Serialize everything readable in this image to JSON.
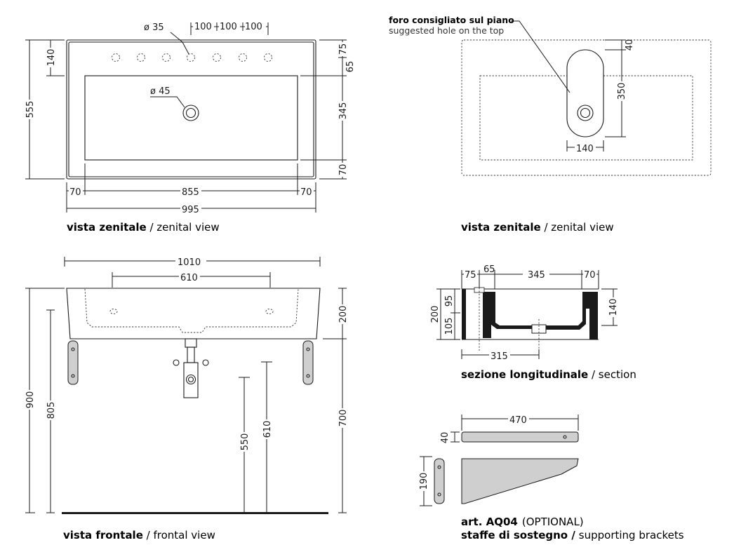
{
  "views": {
    "top_left": {
      "title_bold": "vista zenitale",
      "title_sep": " / ",
      "title_normal": "zenital view",
      "dims": {
        "hole_diam": "ø 35",
        "spacing_1": "100",
        "spacing_2": "100",
        "spacing_3": "100",
        "drain_diam": "ø 45",
        "left_total": "555",
        "left_top": "140",
        "right_top": "75",
        "right_gap": "65",
        "right_basin": "345",
        "right_bottom": "70",
        "bottom_left": "70",
        "bottom_basin": "855",
        "bottom_right": "70",
        "total_width": "995"
      }
    },
    "top_right": {
      "title_bold": "vista zenitale",
      "title_sep": " / ",
      "title_normal": "zenital view",
      "note_bold": "foro consigliato sul piano",
      "note_normal": "suggested hole on the top",
      "dims": {
        "top_offset": "40",
        "hole_length": "350",
        "hole_width": "140"
      }
    },
    "front": {
      "title_bold": "vista frontale",
      "title_sep": " / ",
      "title_normal": "frontal view",
      "dims": {
        "total_width": "1010",
        "bracket_spacing": "610",
        "left_height": "900",
        "left_inner": "805",
        "right_top": "200",
        "right_height": "700",
        "waste_550": "550",
        "waste_610": "610"
      }
    },
    "section": {
      "title_bold": "sezione longitudinale",
      "title_sep": " / ",
      "title_normal": "section",
      "dims": {
        "top_75": "75",
        "top_65": "65",
        "top_345": "345",
        "top_70": "70",
        "left_200": "200",
        "left_95": "95",
        "left_105": "105",
        "right_140": "140",
        "bottom_315": "315"
      }
    },
    "brackets": {
      "art_code": "art. AQ04",
      "art_optional": "(OPTIONAL)",
      "title_bold": "staffe di sostegno /",
      "title_normal": "supporting brackets",
      "dims": {
        "length": "470",
        "thickness": "40",
        "height": "190"
      }
    }
  }
}
